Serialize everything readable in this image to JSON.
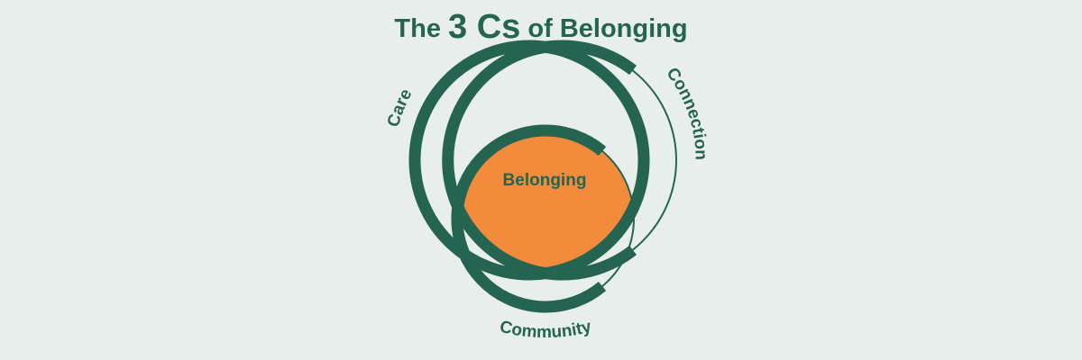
{
  "title": {
    "prefix": "The",
    "emphasis": "3 Cs",
    "suffix": "of Belonging"
  },
  "diagram": {
    "circles": [
      {
        "label": "Care"
      },
      {
        "label": "Connection"
      },
      {
        "label": "Community"
      }
    ],
    "center_label": "Belonging"
  },
  "colors": {
    "background": "#e8eeeb",
    "primary": "#256450",
    "accent": "#f28c3c"
  }
}
